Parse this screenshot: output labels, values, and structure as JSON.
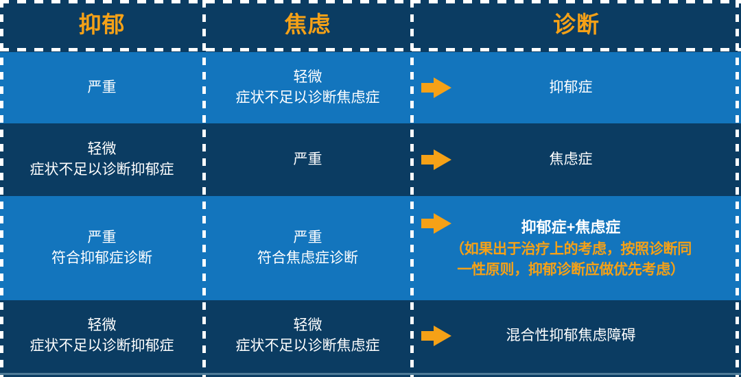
{
  "colors": {
    "dark_navy": "#0b3c62",
    "light_blue": "#1375bd",
    "orange": "#f5a117",
    "white": "#ffffff"
  },
  "header": {
    "col1": "抑郁",
    "col2": "焦虑",
    "col3": "诊断"
  },
  "arrow_icon": "right-arrow-icon",
  "rows": [
    {
      "depression_line1": "严重",
      "depression_line2": "",
      "anxiety_line1": "轻微",
      "anxiety_line2": "症状不足以诊断焦虑症",
      "diagnosis": "抑郁症",
      "diagnosis_note": ""
    },
    {
      "depression_line1": "轻微",
      "depression_line2": "症状不足以诊断抑郁症",
      "anxiety_line1": "严重",
      "anxiety_line2": "",
      "diagnosis": "焦虑症",
      "diagnosis_note": ""
    },
    {
      "depression_line1": "严重",
      "depression_line2": "符合抑郁症诊断",
      "anxiety_line1": "严重",
      "anxiety_line2": "符合焦虑症诊断",
      "diagnosis": "抑郁症+焦虑症",
      "diagnosis_note_line1": "（如果出于治疗上的考虑，按照诊断同",
      "diagnosis_note_line2": "一性原则，抑郁诊断应做优先考虑）"
    },
    {
      "depression_line1": "轻微",
      "depression_line2": "症状不足以诊断抑郁症",
      "anxiety_line1": "轻微",
      "anxiety_line2": "症状不足以诊断焦虑症",
      "diagnosis": "混合性抑郁焦虑障碍",
      "diagnosis_note": ""
    }
  ]
}
